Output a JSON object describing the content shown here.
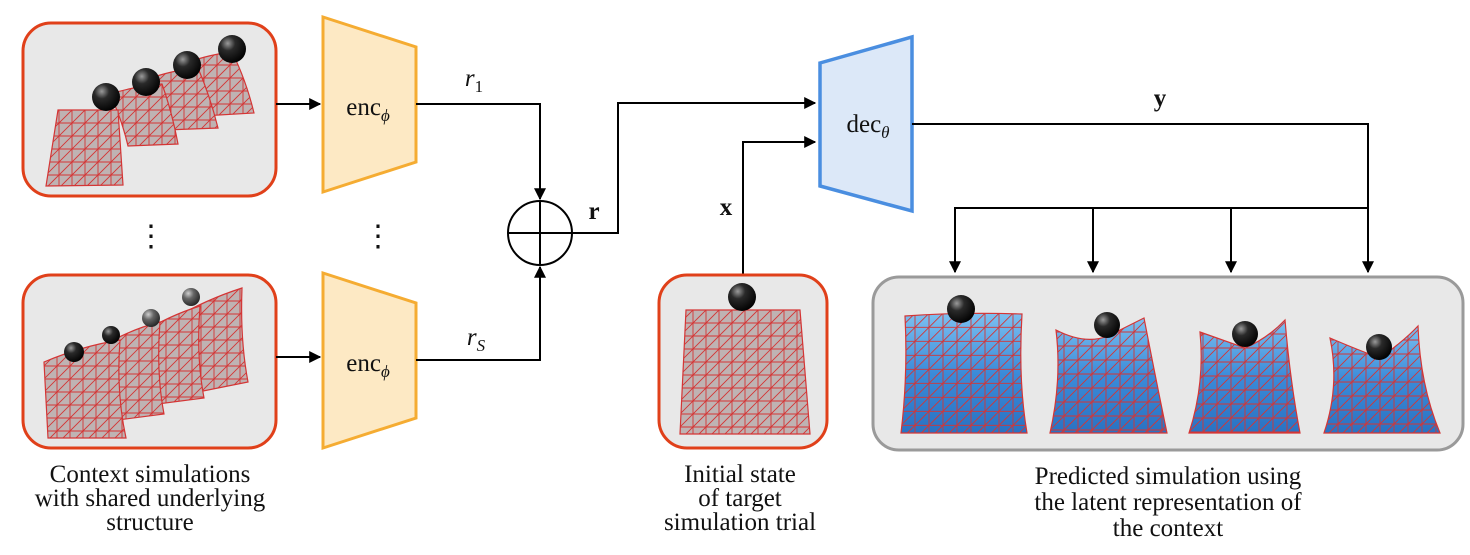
{
  "context": {
    "caption_lines": [
      "Context simulations",
      "with shared underlying",
      "structure"
    ],
    "vdots": "⋮"
  },
  "encoder": {
    "label": "enc",
    "subscript": "ϕ",
    "vdots": "⋮",
    "outputs": [
      {
        "symbol": "r",
        "subscript": "1"
      },
      {
        "symbol": "r",
        "subscript": "S"
      }
    ]
  },
  "aggregate": {
    "output_label": "r"
  },
  "decoder": {
    "label": "dec",
    "subscript": "θ"
  },
  "input": {
    "label": "x"
  },
  "output": {
    "label": "y"
  },
  "initial_state": {
    "caption_lines": [
      "Initial state",
      "of target",
      "simulation trial"
    ]
  },
  "prediction": {
    "caption_lines": [
      "Predicted simulation using",
      "the latent representation of",
      "the context"
    ]
  },
  "colors": {
    "context_border": "#e0401a",
    "panel_fill": "#e8e8e8",
    "encoder_fill": "#fde9c4",
    "encoder_stroke": "#f5ac32",
    "decoder_fill": "#dce8f8",
    "decoder_stroke": "#4a8ee0",
    "cloth_grey": "#bfb3b3",
    "cloth_blue": "#3d8ad8",
    "mesh_red": "#d43535",
    "prediction_border": "#9a9a9a"
  }
}
